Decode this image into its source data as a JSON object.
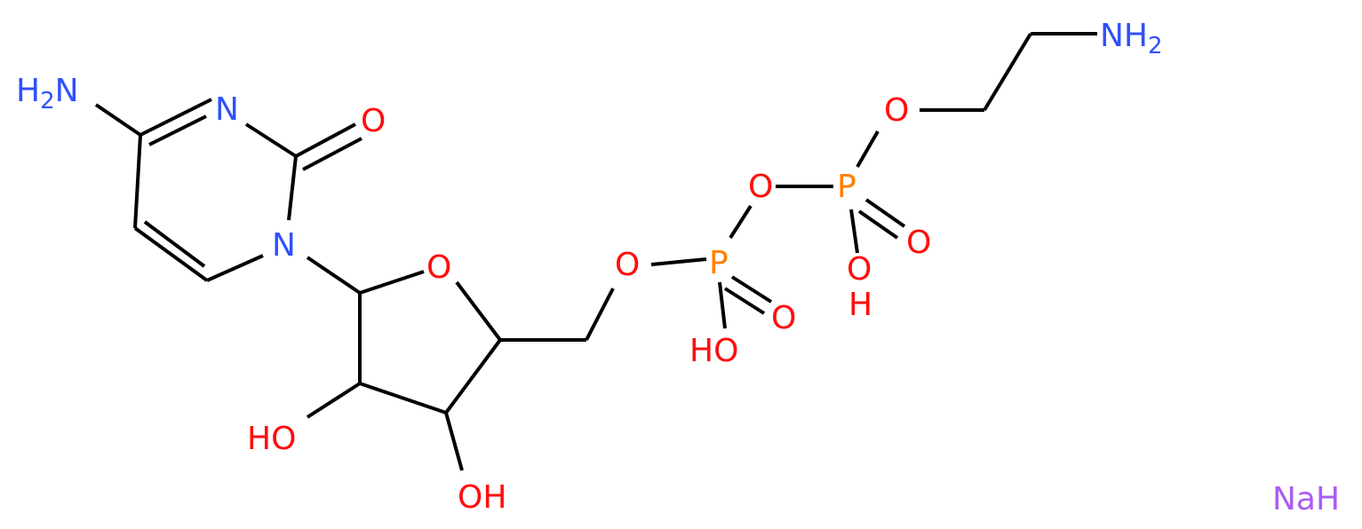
{
  "molecule": {
    "colors": {
      "nitrogen": "#3050F8",
      "oxygen": "#FF0D0D",
      "phosphorus": "#FF8000",
      "sodium": "#AB5CF2",
      "bond": "#000000",
      "background": "#FFFFFF"
    },
    "labels": {
      "amine_left": "H2N",
      "n3": "N",
      "carbonyl_o": "O",
      "n1": "N",
      "ring_o": "O",
      "oh_3": "HO",
      "oh_2": "OH",
      "o5": "O",
      "p1": "P",
      "p1_oxo": "O",
      "p1_oh": "HO",
      "bridge_o": "O",
      "p2": "P",
      "p2_oxo": "O",
      "p2_oh_o": "O",
      "p2_oh_h": "H",
      "ester_o": "O",
      "amine_right": "NH2",
      "counterion": "NaH"
    }
  }
}
